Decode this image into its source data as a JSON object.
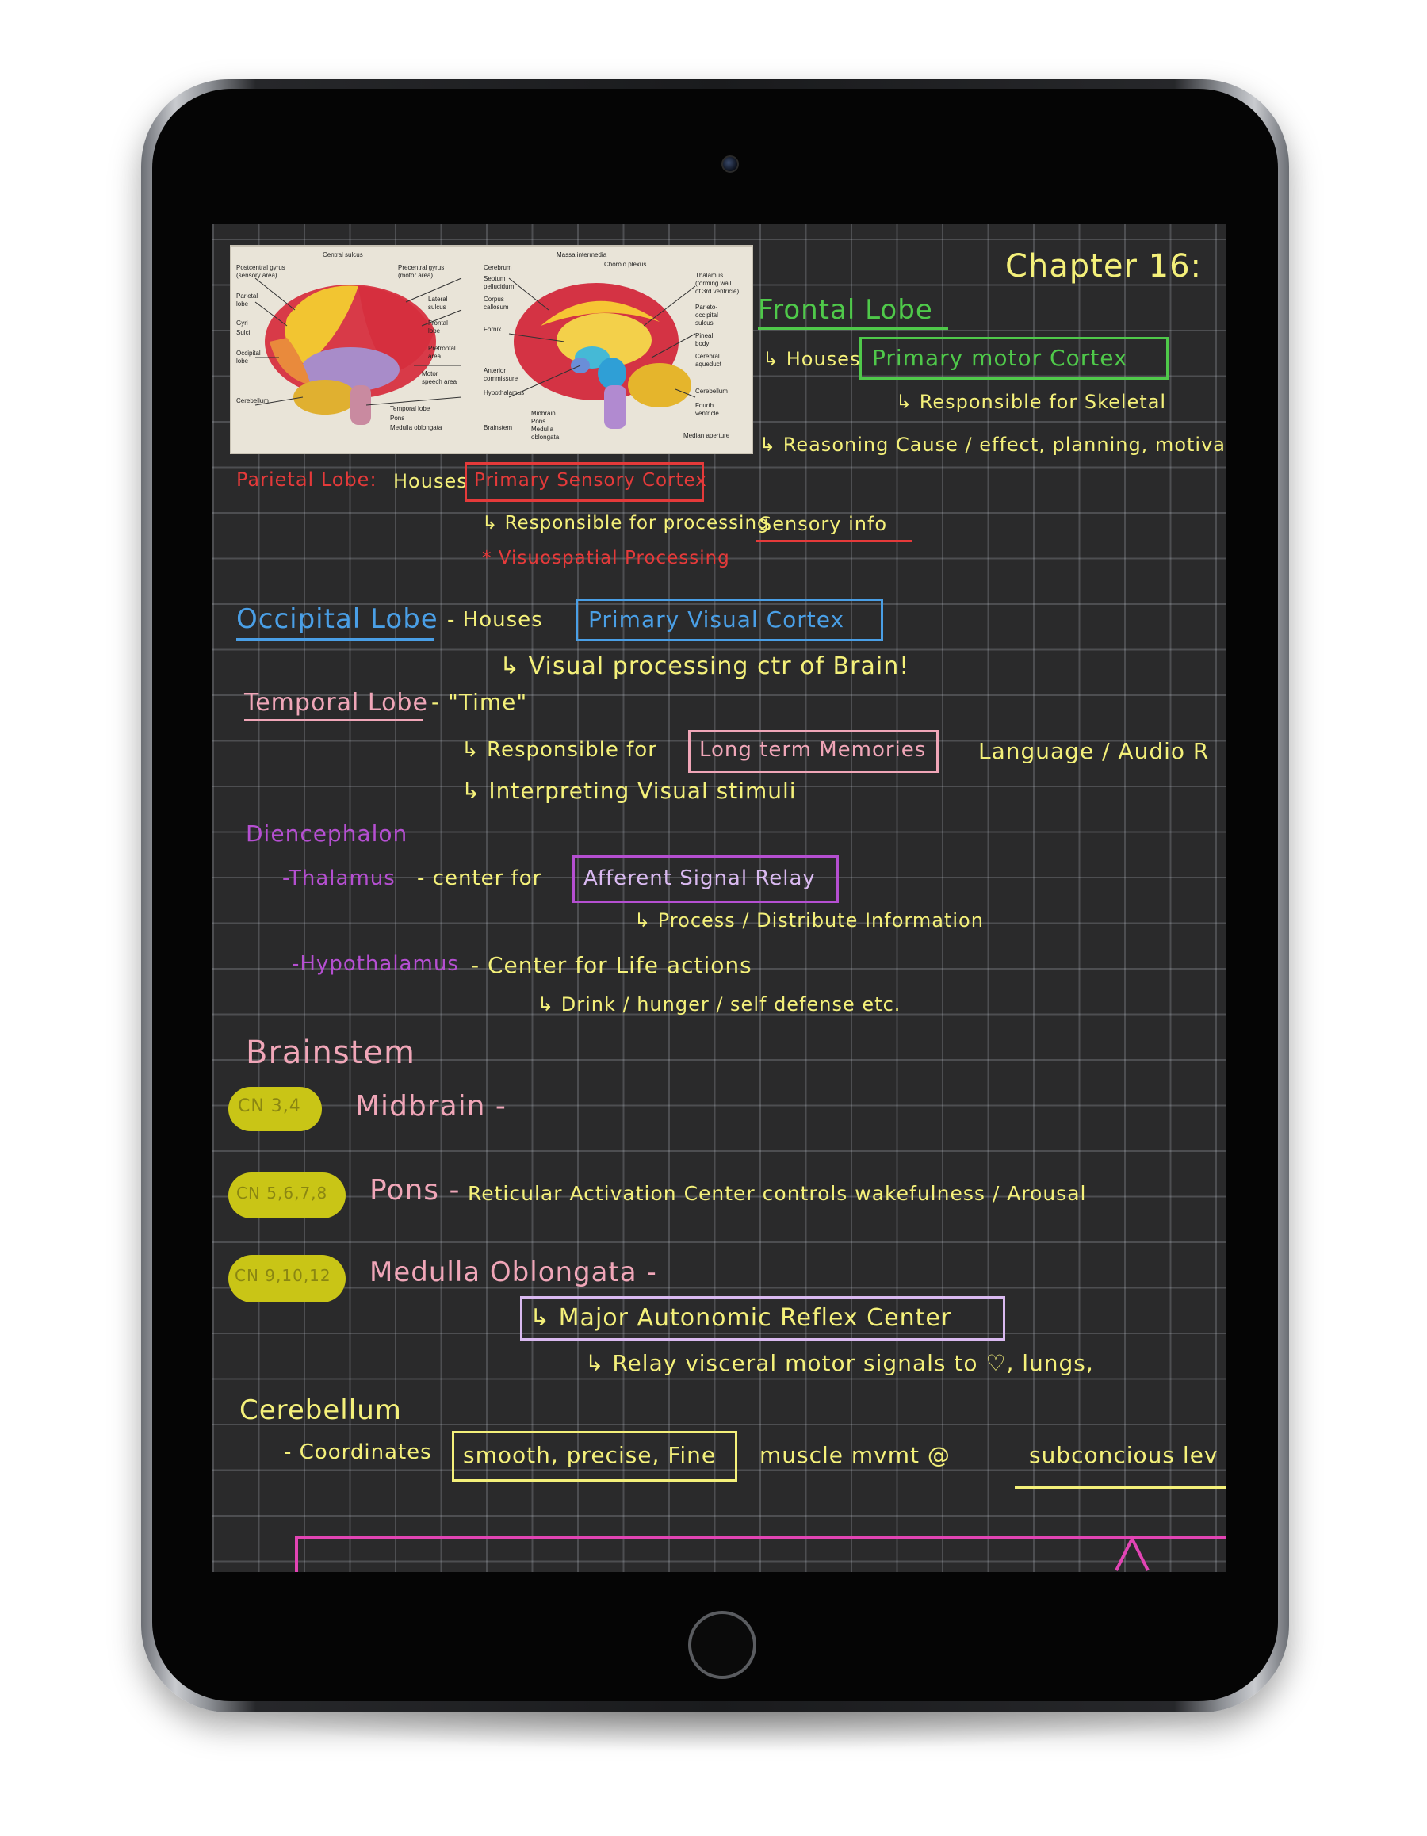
{
  "colors": {
    "screen_bg": "#2a2a2b",
    "green": "#4fc94a",
    "yellow": "#f4f07a",
    "red": "#e53a3a",
    "blue": "#4a9fe6",
    "pink": "#f0a6b8",
    "purple": "#b54fd1",
    "lavender": "#d9b9f0",
    "magenta": "#e244b4",
    "highlighter": "#c9c516"
  },
  "device": {
    "camera_icon": "camera-icon",
    "home_button_icon": "home-button-icon"
  },
  "figure": {
    "lateral": {
      "central_sulcus": "Central sulcus",
      "postcentral_gyrus": "Postcentral gyrus\n(sensory area)",
      "parietal_lobe": "Parietal\nlobe",
      "gyri": "Gyri",
      "sulci": "Sulci",
      "occipital_lobe": "Occipital\nlobe",
      "cerebellum": "Cerebellum",
      "precentral_gyrus": "Precentral gyrus\n(motor area)",
      "lateral_sulcus": "Lateral\nsulcus",
      "frontal_lobe": "Frontal\nlobe",
      "prefrontal_area": "Prefrontal\narea",
      "motor_speech_area": "Motor\nspeech area",
      "temporal_lobe": "Temporal lobe",
      "pons": "Pons",
      "medulla": "Medulla oblongata"
    },
    "sagittal": {
      "cerebrum": "Cerebrum",
      "septum": "Septum\npellucidum",
      "corpus_callosum": "Corpus\ncallosum",
      "fornix": "Fornix",
      "anterior_commissure": "Anterior\ncommissure",
      "hypothalamus": "Hypothalamus",
      "massa_intermedia": "Massa intermedia",
      "choroid_plexus": "Choroid plexus",
      "thalamus": "Thalamus\n(forming wall\nof 3rd ventricle)",
      "parieto_occipital": "Parieto-\noccipital\nsulcus",
      "pineal_body": "Pineal\nbody",
      "cerebral_aqueduct": "Cerebral\naqueduct",
      "cerebellum": "Cerebellum",
      "fourth_ventricle": "Fourth\nventricle",
      "median_aperture": "Median aperture",
      "brainstem": "Brainstem",
      "midbrain": "Midbrain\nPons\nMedulla\noblongata"
    }
  },
  "notes": {
    "chapter_title": "Chapter 16:",
    "frontal": {
      "title": "Frontal Lobe",
      "line1_prefix": "↳ Houses",
      "line1_box": "Primary motor Cortex",
      "line2": "↳ Responsible for Skeletal",
      "line3": "↳ Reasoning Cause / effect, planning, motivati"
    },
    "parietal": {
      "title": "Parietal Lobe:",
      "houses": "Houses",
      "box": "Primary Sensory Cortex",
      "line2_prefix": "↳ Responsible for processing",
      "line2_underlined": "Sensory info",
      "line3": "* Visuospatial Processing"
    },
    "occipital": {
      "title": "Occipital Lobe",
      "houses": "- Houses",
      "box": "Primary Visual Cortex",
      "line2": "↳ Visual processing ctr of Brain!"
    },
    "temporal": {
      "title": "Temporal Lobe",
      "quote": "- \"Time\"",
      "line1_prefix": "↳ Responsible for",
      "line1_box": "Long term Memories",
      "line1_suffix": "Language / Audio R",
      "line2": "↳ Interpreting Visual stimuli"
    },
    "diencephalon": {
      "title": "Diencephalon",
      "thalamus": "-Thalamus",
      "thalamus_text": "- center for",
      "thalamus_box": "Afferent Signal Relay",
      "thalamus_sub": "↳ Process / Distribute Information",
      "hypothalamus": "-Hypothalamus",
      "hypothalamus_text": "- Center for Life actions",
      "hypothalamus_sub": "↳ Drink / hunger / self defense etc."
    },
    "brainstem": {
      "title": "Brainstem",
      "midbrain_tag": "CN 3,4",
      "midbrain": "Midbrain -",
      "pons_tag": "CN 5,6,7,8",
      "pons": "Pons -",
      "pons_text": "Reticular Activation Center controls wakefulness / Arousal",
      "medulla_tag": "CN 9,10,12",
      "medulla": "Medulla Oblongata -",
      "medulla_box": "↳ Major Autonomic Reflex Center",
      "medulla_sub": "↳ Relay visceral motor signals to ♡, lungs,"
    },
    "cerebellum": {
      "title": "Cerebellum",
      "line1_prefix": "- Coordinates",
      "line1_box": "smooth, precise, Fine",
      "line1_suffix": "muscle mvmt @",
      "line1_underlined": "subconcious lev"
    }
  }
}
